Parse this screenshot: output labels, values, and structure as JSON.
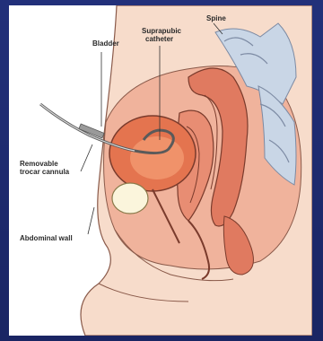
{
  "labels": {
    "bladder": "Bladder",
    "suprapubic_catheter_line1": "Suprapubic",
    "suprapubic_catheter_line2": "catheter",
    "spine": "Spine",
    "trocar_cannula_line1": "Removable",
    "trocar_cannula_line2": "trocar cannula",
    "abdominal_wall": "Abdominal wall"
  },
  "colors": {
    "background_frame": "#1d2a6e",
    "skin": "#f2c9b2",
    "tissue": "#e98b73",
    "organ_dark": "#d2553f",
    "bladder_fill": "#e4744f",
    "spine_blue": "#c9d6e6"
  }
}
